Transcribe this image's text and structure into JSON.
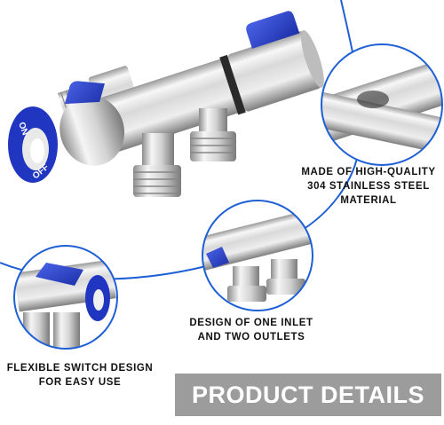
{
  "captions": {
    "material_line1": "MADE OF HIGH-QUALITY",
    "material_line2": "304 STAINLESS STEEL",
    "material_line3": "MATERIAL",
    "inlet_line1": "DESIGN OF ONE INLET",
    "inlet_line2": "AND TWO OUTLETS",
    "switch_line1": "FLEXIBLE SWITCH DESIGN",
    "switch_line2": "FOR EASY USE"
  },
  "valve_labels": {
    "on": "ON",
    "off": "OFF"
  },
  "banner": {
    "title": "PRODUCT DETAILS"
  },
  "colors": {
    "accent_blue": "#1f5fd6",
    "handle_blue": "#2a3fc7",
    "banner_gray": "#9c9c9c",
    "steel_light": "#f4f4f4",
    "steel_dark": "#8a8a8a"
  },
  "icons": [
    "magnifier-callout-circle",
    "valve-lever-handle"
  ]
}
